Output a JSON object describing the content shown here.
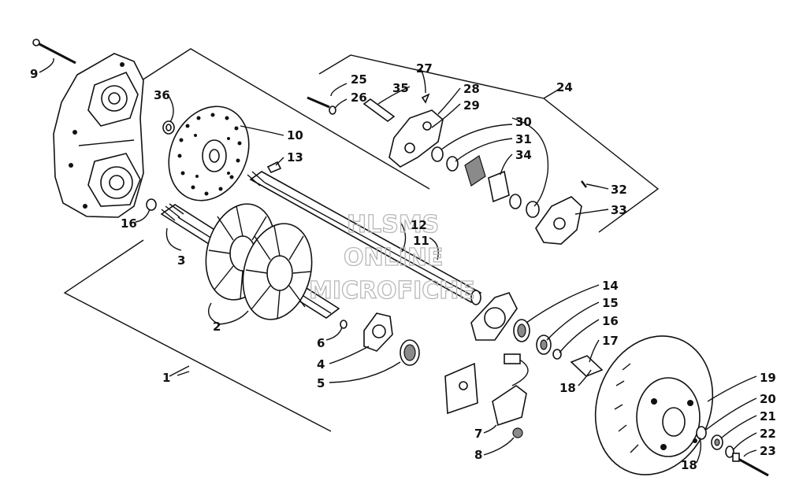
{
  "watermark": {
    "line1": "HLSMS",
    "line2": "ONLINE",
    "line3": "MICROFICHE"
  },
  "callouts": [
    {
      "id": "c9",
      "text": "9"
    },
    {
      "id": "c36",
      "text": "36"
    },
    {
      "id": "c10",
      "text": "10"
    },
    {
      "id": "c13",
      "text": "13"
    },
    {
      "id": "c16a",
      "text": "16"
    },
    {
      "id": "c3",
      "text": "3"
    },
    {
      "id": "c2",
      "text": "2"
    },
    {
      "id": "c1",
      "text": "1"
    },
    {
      "id": "c12",
      "text": "12"
    },
    {
      "id": "c11",
      "text": "11"
    },
    {
      "id": "c25",
      "text": "25"
    },
    {
      "id": "c26",
      "text": "26"
    },
    {
      "id": "c27",
      "text": "27"
    },
    {
      "id": "c35",
      "text": "35"
    },
    {
      "id": "c28",
      "text": "28"
    },
    {
      "id": "c29",
      "text": "29"
    },
    {
      "id": "c24",
      "text": "24"
    },
    {
      "id": "c30",
      "text": "30"
    },
    {
      "id": "c31",
      "text": "31"
    },
    {
      "id": "c34",
      "text": "34"
    },
    {
      "id": "c32",
      "text": "32"
    },
    {
      "id": "c33",
      "text": "33"
    },
    {
      "id": "c14",
      "text": "14"
    },
    {
      "id": "c15",
      "text": "15"
    },
    {
      "id": "c16b",
      "text": "16"
    },
    {
      "id": "c17",
      "text": "17"
    },
    {
      "id": "c18a",
      "text": "18"
    },
    {
      "id": "c6",
      "text": "6"
    },
    {
      "id": "c4",
      "text": "4"
    },
    {
      "id": "c5",
      "text": "5"
    },
    {
      "id": "c7",
      "text": "7"
    },
    {
      "id": "c8",
      "text": "8"
    },
    {
      "id": "c18b",
      "text": "18"
    },
    {
      "id": "c19",
      "text": "19"
    },
    {
      "id": "c20",
      "text": "20"
    },
    {
      "id": "c21",
      "text": "21"
    },
    {
      "id": "c22",
      "text": "22"
    },
    {
      "id": "c23",
      "text": "23"
    }
  ]
}
